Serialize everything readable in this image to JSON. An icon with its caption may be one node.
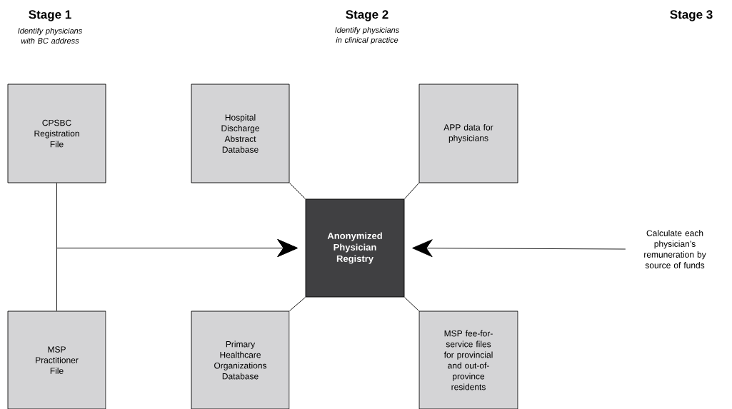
{
  "diagram": {
    "nodes": [
      {
        "text": [
          "CPSBC Registration File"
        ]
      },
      {
        "text": [
          "MSP Practitioner File"
        ]
      },
      {
        "text": [
          "Hospital Discharge Abstract Database"
        ]
      },
      {
        "text": [
          "APP data for physicians"
        ]
      },
      {
        "text": [
          "Anonymized Physician Registry"
        ]
      },
      {
        "text": [
          "Primary Healthcare Organizations Database"
        ]
      },
      {
        "text": [
          "MSP fee-for-service files for provincial and out-of-province residents"
        ]
      },
      {
        "text": [
          "Calculate each physician’s remuneration by source of funds"
        ]
      }
    ],
    "edges": [
      {
        "from": 0,
        "to": 4,
        "arrow": "to"
      },
      {
        "from": 1,
        "to": 4,
        "arrow": "to"
      },
      {
        "from": 2,
        "to": 4,
        "arrow": "none"
      },
      {
        "from": 3,
        "to": 4,
        "arrow": "none"
      },
      {
        "from": 5,
        "to": 4,
        "arrow": "none"
      },
      {
        "from": 6,
        "to": 4,
        "arrow": "none"
      },
      {
        "from": 7,
        "to": 4,
        "arrow": "to"
      }
    ],
    "labels": [
      "Stage 1",
      "Identify physicians with BC address",
      "Stage 2",
      "Identify physicians in clinical practice",
      "Stage 3"
    ]
  }
}
